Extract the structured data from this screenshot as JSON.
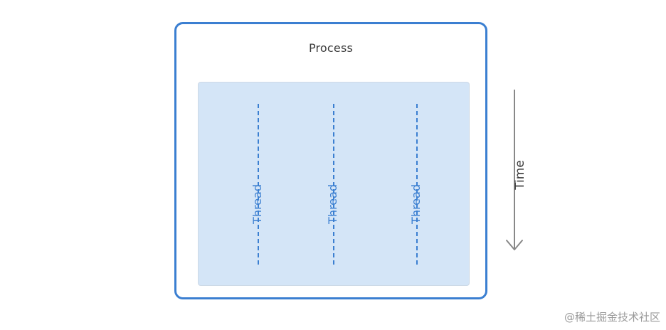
{
  "process": {
    "title": "Process"
  },
  "threads": [
    {
      "label": "Thread"
    },
    {
      "label": "Thread"
    },
    {
      "label": "Thread"
    }
  ],
  "time_axis": {
    "label": "Time"
  },
  "watermark": {
    "text": "@稀土掘金技术社区"
  },
  "colors": {
    "accent": "#3b7fd1",
    "thread_area_bg": "#d4e5f7",
    "text_dark": "#3a3a3a",
    "arrow": "#888888"
  }
}
